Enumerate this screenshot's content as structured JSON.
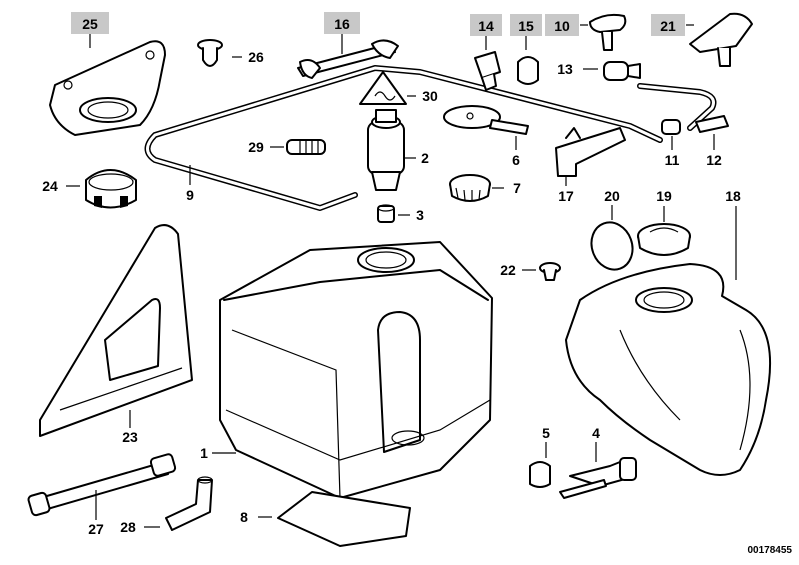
{
  "labels": {
    "p1": "1",
    "p2": "2",
    "p3": "3",
    "p4": "4",
    "p5": "5",
    "p6": "6",
    "p7": "7",
    "p8": "8",
    "p9": "9",
    "p10": "10",
    "p11": "11",
    "p12": "12",
    "p13": "13",
    "p14": "14",
    "p15": "15",
    "p16": "16",
    "p17": "17",
    "p18": "18",
    "p19": "19",
    "p20": "20",
    "p21": "21",
    "p22": "22",
    "p23": "23",
    "p24": "24",
    "p25": "25",
    "p26": "26",
    "p27": "27",
    "p28": "28",
    "p29": "29",
    "p30": "30"
  },
  "highlighted_labels": [
    "10",
    "14",
    "15",
    "16",
    "21",
    "25"
  ],
  "reference_number": "00178455",
  "colors": {
    "highlight_box": "#c8c8c8",
    "line": "#000000",
    "background": "#ffffff"
  }
}
